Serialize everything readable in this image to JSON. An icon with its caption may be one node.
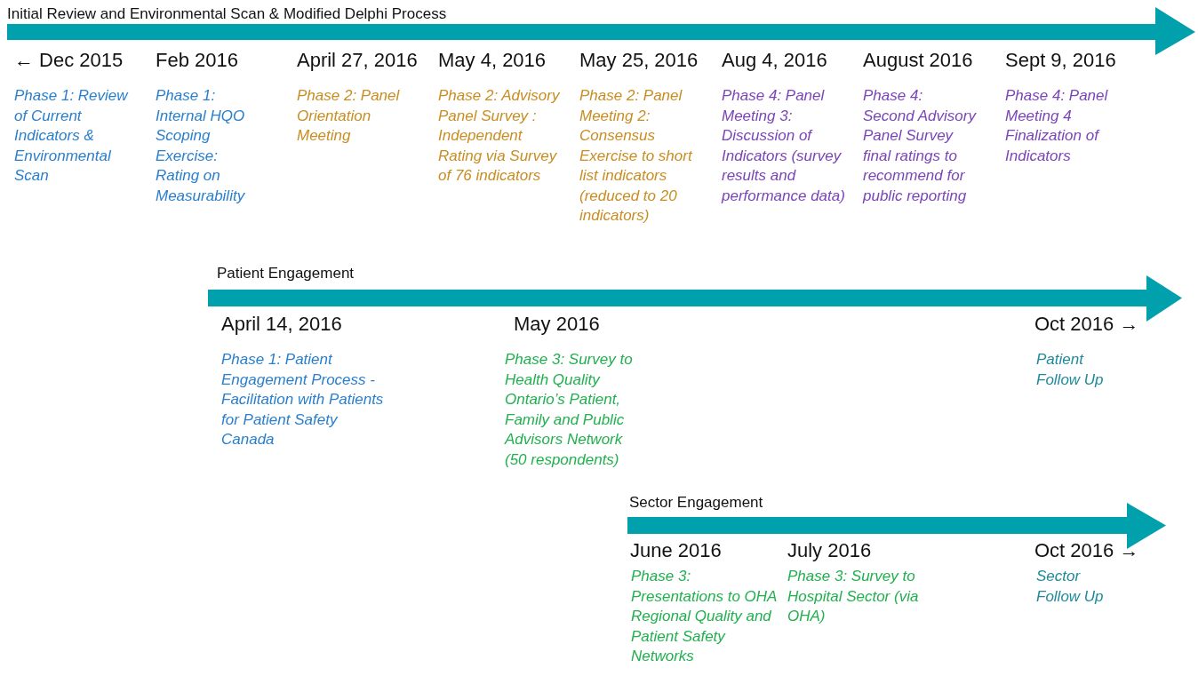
{
  "diagram": {
    "labels": [
      "Initial Review and Environmental Scan & Modified Delphi Process",
      "← Dec 2015",
      "Feb 2016",
      "April 27, 2016",
      "May 4, 2016",
      "May 25, 2016",
      "Aug 4, 2016",
      "August 2016",
      "Sept 9, 2016",
      "Phase 1: Review of Current Indicators & Environmental Scan",
      "Phase 1: Internal HQO Scoping Exercise: Rating on Measurability",
      "Phase 2: Panel Orientation Meeting",
      "Phase 2: Advisory Panel Survey : Independent Rating via Survey of 76 indicators",
      "Phase 2: Panel Meeting 2:  Consensus Exercise to short list indicators (reduced to 20 indicators)",
      "Phase 4: Panel Meeting 3: Discussion of Indicators (survey results and performance data)",
      "Phase 4: Second Advisory Panel Survey final ratings to recommend for public reporting",
      "Phase 4: Panel Meeting 4 Finalization of Indicators",
      "Patient Engagement",
      "April 14, 2016",
      "May 2016",
      "Oct 2016 →",
      "Phase 1: Patient Engagement Process - Facilitation with Patients for Patient Safety Canada",
      "Phase 3: Survey to Health Quality Ontario’s Patient, Family and Public Advisors Network (50 respondents)",
      "Patient Follow Up",
      "Sector Engagement",
      "June 2016",
      "July 2016",
      "Oct 2016 →",
      "Phase 3: Presentations to OHA Regional Quality and Patient Safety Networks",
      "Phase 3: Survey to Hospital Sector (via OHA)",
      "Sector Follow Up"
    ]
  }
}
